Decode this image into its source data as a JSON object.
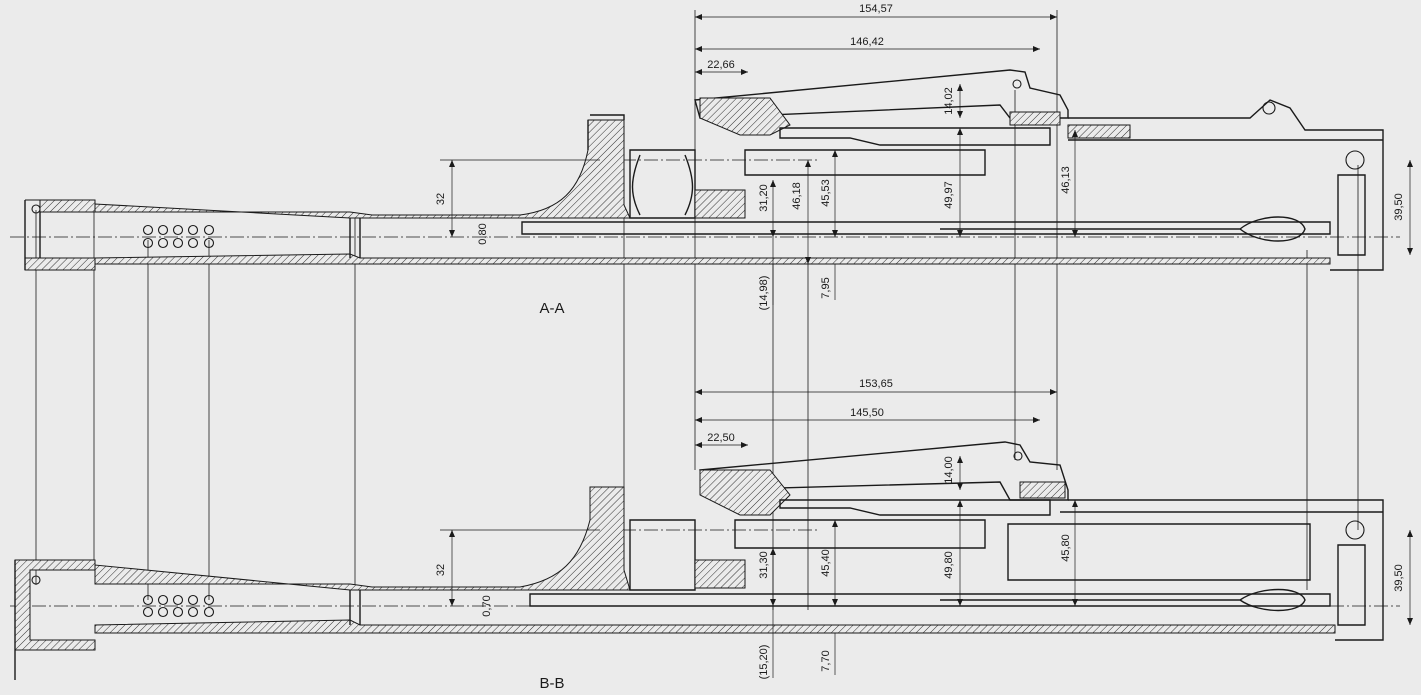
{
  "sections": [
    {
      "label": "A-A",
      "dims": {
        "overall_top": "154,57",
        "overall_second": "146,42",
        "lever_offset": "22,66",
        "lever_height": "14,02",
        "bore_height": "32",
        "wall": "0,80",
        "h1": "31,20",
        "h2": "46,18",
        "h3": "45,53",
        "h4": "49,97",
        "h5": "46,13",
        "end_height": "39,50",
        "ref": "(14,98)",
        "low": "7,95"
      }
    },
    {
      "label": "B-B",
      "dims": {
        "overall_top": "153,65",
        "overall_second": "145,50",
        "lever_offset": "22,50",
        "lever_height": "14,00",
        "bore_height": "32",
        "wall": "0,70",
        "h1": "31,30",
        "h3": "45,40",
        "h4": "49,80",
        "h5": "45,80",
        "end_height": "39,50",
        "ref": "(15,20)",
        "low": "7,70"
      }
    }
  ]
}
